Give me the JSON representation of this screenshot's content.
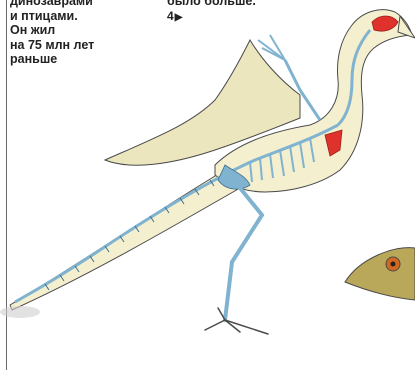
{
  "left_caption": {
    "lines": [
      "динозаврами",
      "и птицами.",
      "Он жил",
      "на 75 млн лет",
      "раньше"
    ]
  },
  "top_caption": {
    "line": "было больше.",
    "page_ref": "4"
  },
  "colors": {
    "body_fill": "#f4efce",
    "wing_fill": "#ece6bf",
    "bone": "#7fb3cf",
    "bone_dark": "#3f6f8c",
    "outline": "#4a4a4a",
    "red": "#e0322c",
    "head2_fill": "#b9a75a",
    "eye": "#d2681f"
  }
}
